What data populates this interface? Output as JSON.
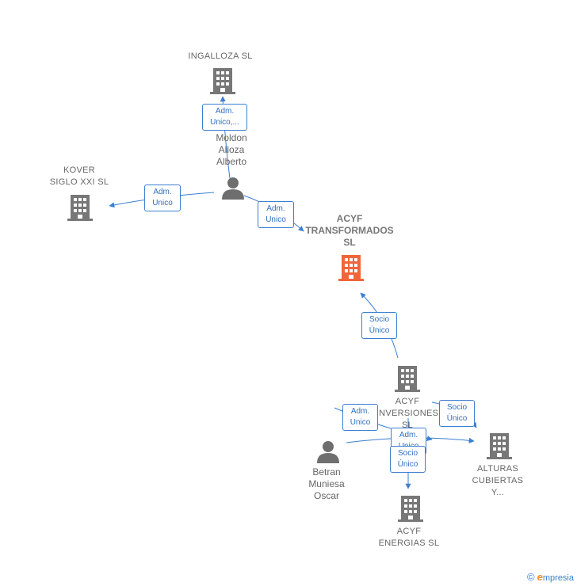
{
  "colors": {
    "edge": "#3b7fd1",
    "company": "#777777",
    "focus_company": "#f0653a",
    "person": "#6e6e6e"
  },
  "nodes": {
    "ingalloza": {
      "label": "INGALLOZA  SL",
      "icon": "building-icon"
    },
    "kover": {
      "label": "KOVER\nSIGLO XXI  SL",
      "icon": "building-icon"
    },
    "acyf_transformados": {
      "label": "ACYF\nTRANSFORMADOS\nSL",
      "icon": "building-icon"
    },
    "moldon": {
      "label": "Moldon\nAlloza\nAlberto",
      "icon": "person-icon"
    },
    "acyf_inversiones": {
      "label": "ACYF\nINVERSIONES\nSL",
      "icon": "building-icon"
    },
    "betran": {
      "label": "Betran\nMuniesa\nOscar",
      "icon": "person-icon"
    },
    "alturas": {
      "label": "ALTURAS\nCUBIERTAS\nY...",
      "icon": "building-icon"
    },
    "acyf_energias": {
      "label": "ACYF\nENERGIAS  SL",
      "icon": "building-icon"
    }
  },
  "edges": {
    "moldon_ingalloza": "Adm.\nUnico,...",
    "moldon_kover": "Adm.\nUnico",
    "moldon_transformados": "Adm.\nUnico",
    "inversiones_transformados": "Socio\nÚnico",
    "betran_inversiones": "Adm.\nUnico",
    "inversiones_alturas": "Socio\nÚnico",
    "betran_alturas": "Adm.\nUnico",
    "inversiones_energias": "Socio\nÚnico"
  },
  "footer": {
    "copyright": "©",
    "brand_e": "e",
    "brand_rest": "mpresia"
  }
}
